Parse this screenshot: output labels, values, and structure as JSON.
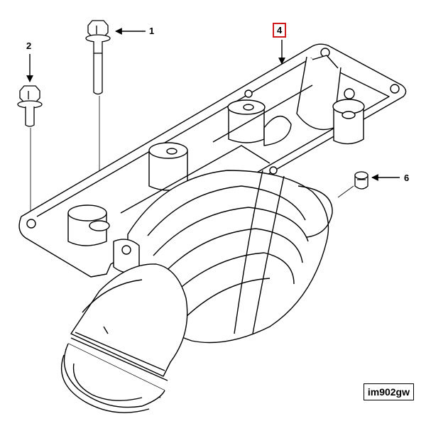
{
  "callouts": {
    "c1": "1",
    "c2": "2",
    "c4": "4",
    "c6": "6"
  },
  "highlight_color": "#d0191a",
  "figure_id": "im902gw"
}
